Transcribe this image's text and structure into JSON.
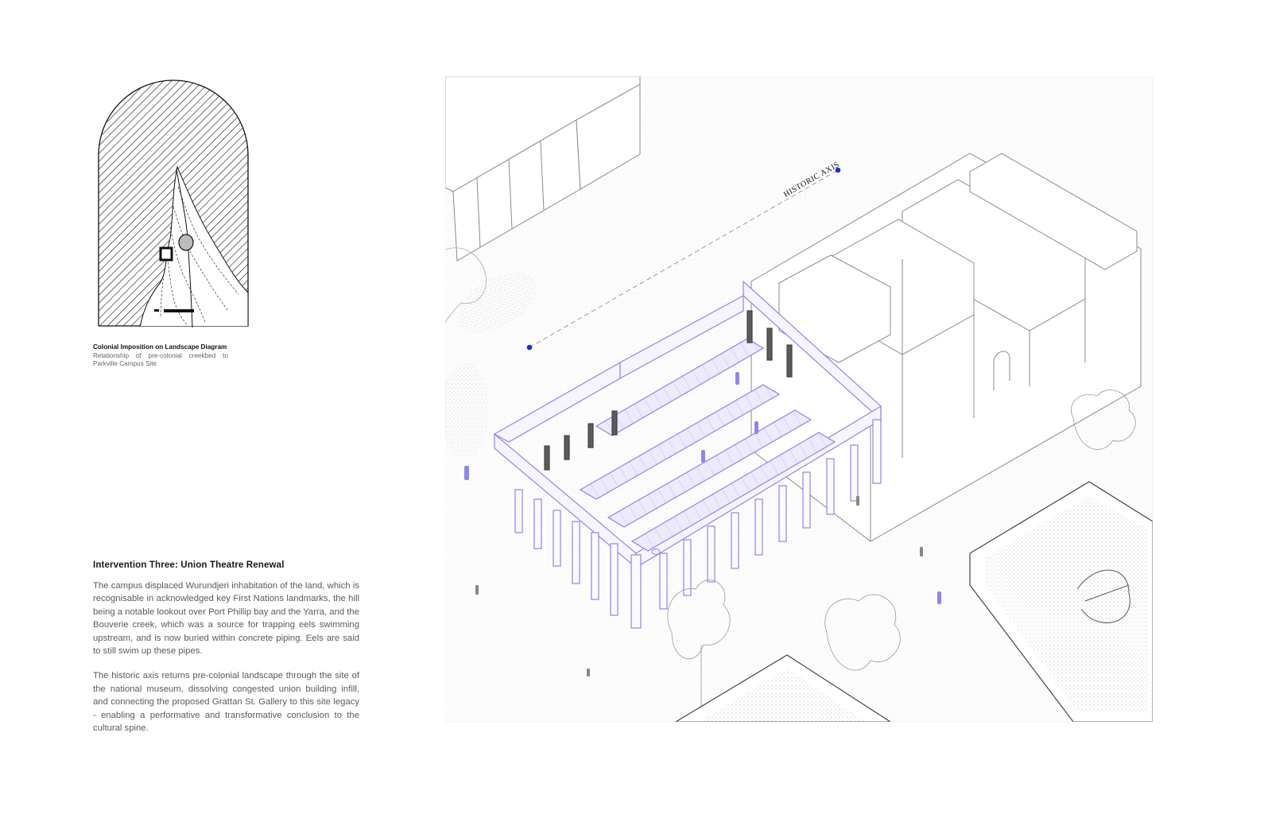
{
  "inset_diagram": {
    "caption_title": "Colonial Imposition on Landscape Diagram",
    "caption_subtitle": "Relationship of pre-colonial creekbed to Parkville Campus Site"
  },
  "text": {
    "heading": "Intervention Three: Union Theatre Renewal",
    "paragraph_1": "The campus displaced Wurundjeri inhabitation of the land, which is recognisable in acknowledged key First Nations landmarks, the hill being a notable lookout over Port Phillip bay and the Yarra, and the Bouverie creek, which was a source for trapping eels swimming upstream, and is now buried within concrete piping. Eels are said to still swim up these pipes.",
    "paragraph_2": "The historic axis returns pre-colonial landscape through the site of the national museum, dissolving congested union building infill, and connecting the proposed Grattan St. Gallery to this site legacy -  enabling a performative and transformative conclusion to the cultural spine."
  },
  "axonometric": {
    "axis_label": "HISTORIC AXIS"
  },
  "colors": {
    "accent_blue": "#1f2fd0",
    "intervention_lilac": "#8e86e8",
    "linework": "#8a8a8a",
    "text_dark": "#111111"
  }
}
